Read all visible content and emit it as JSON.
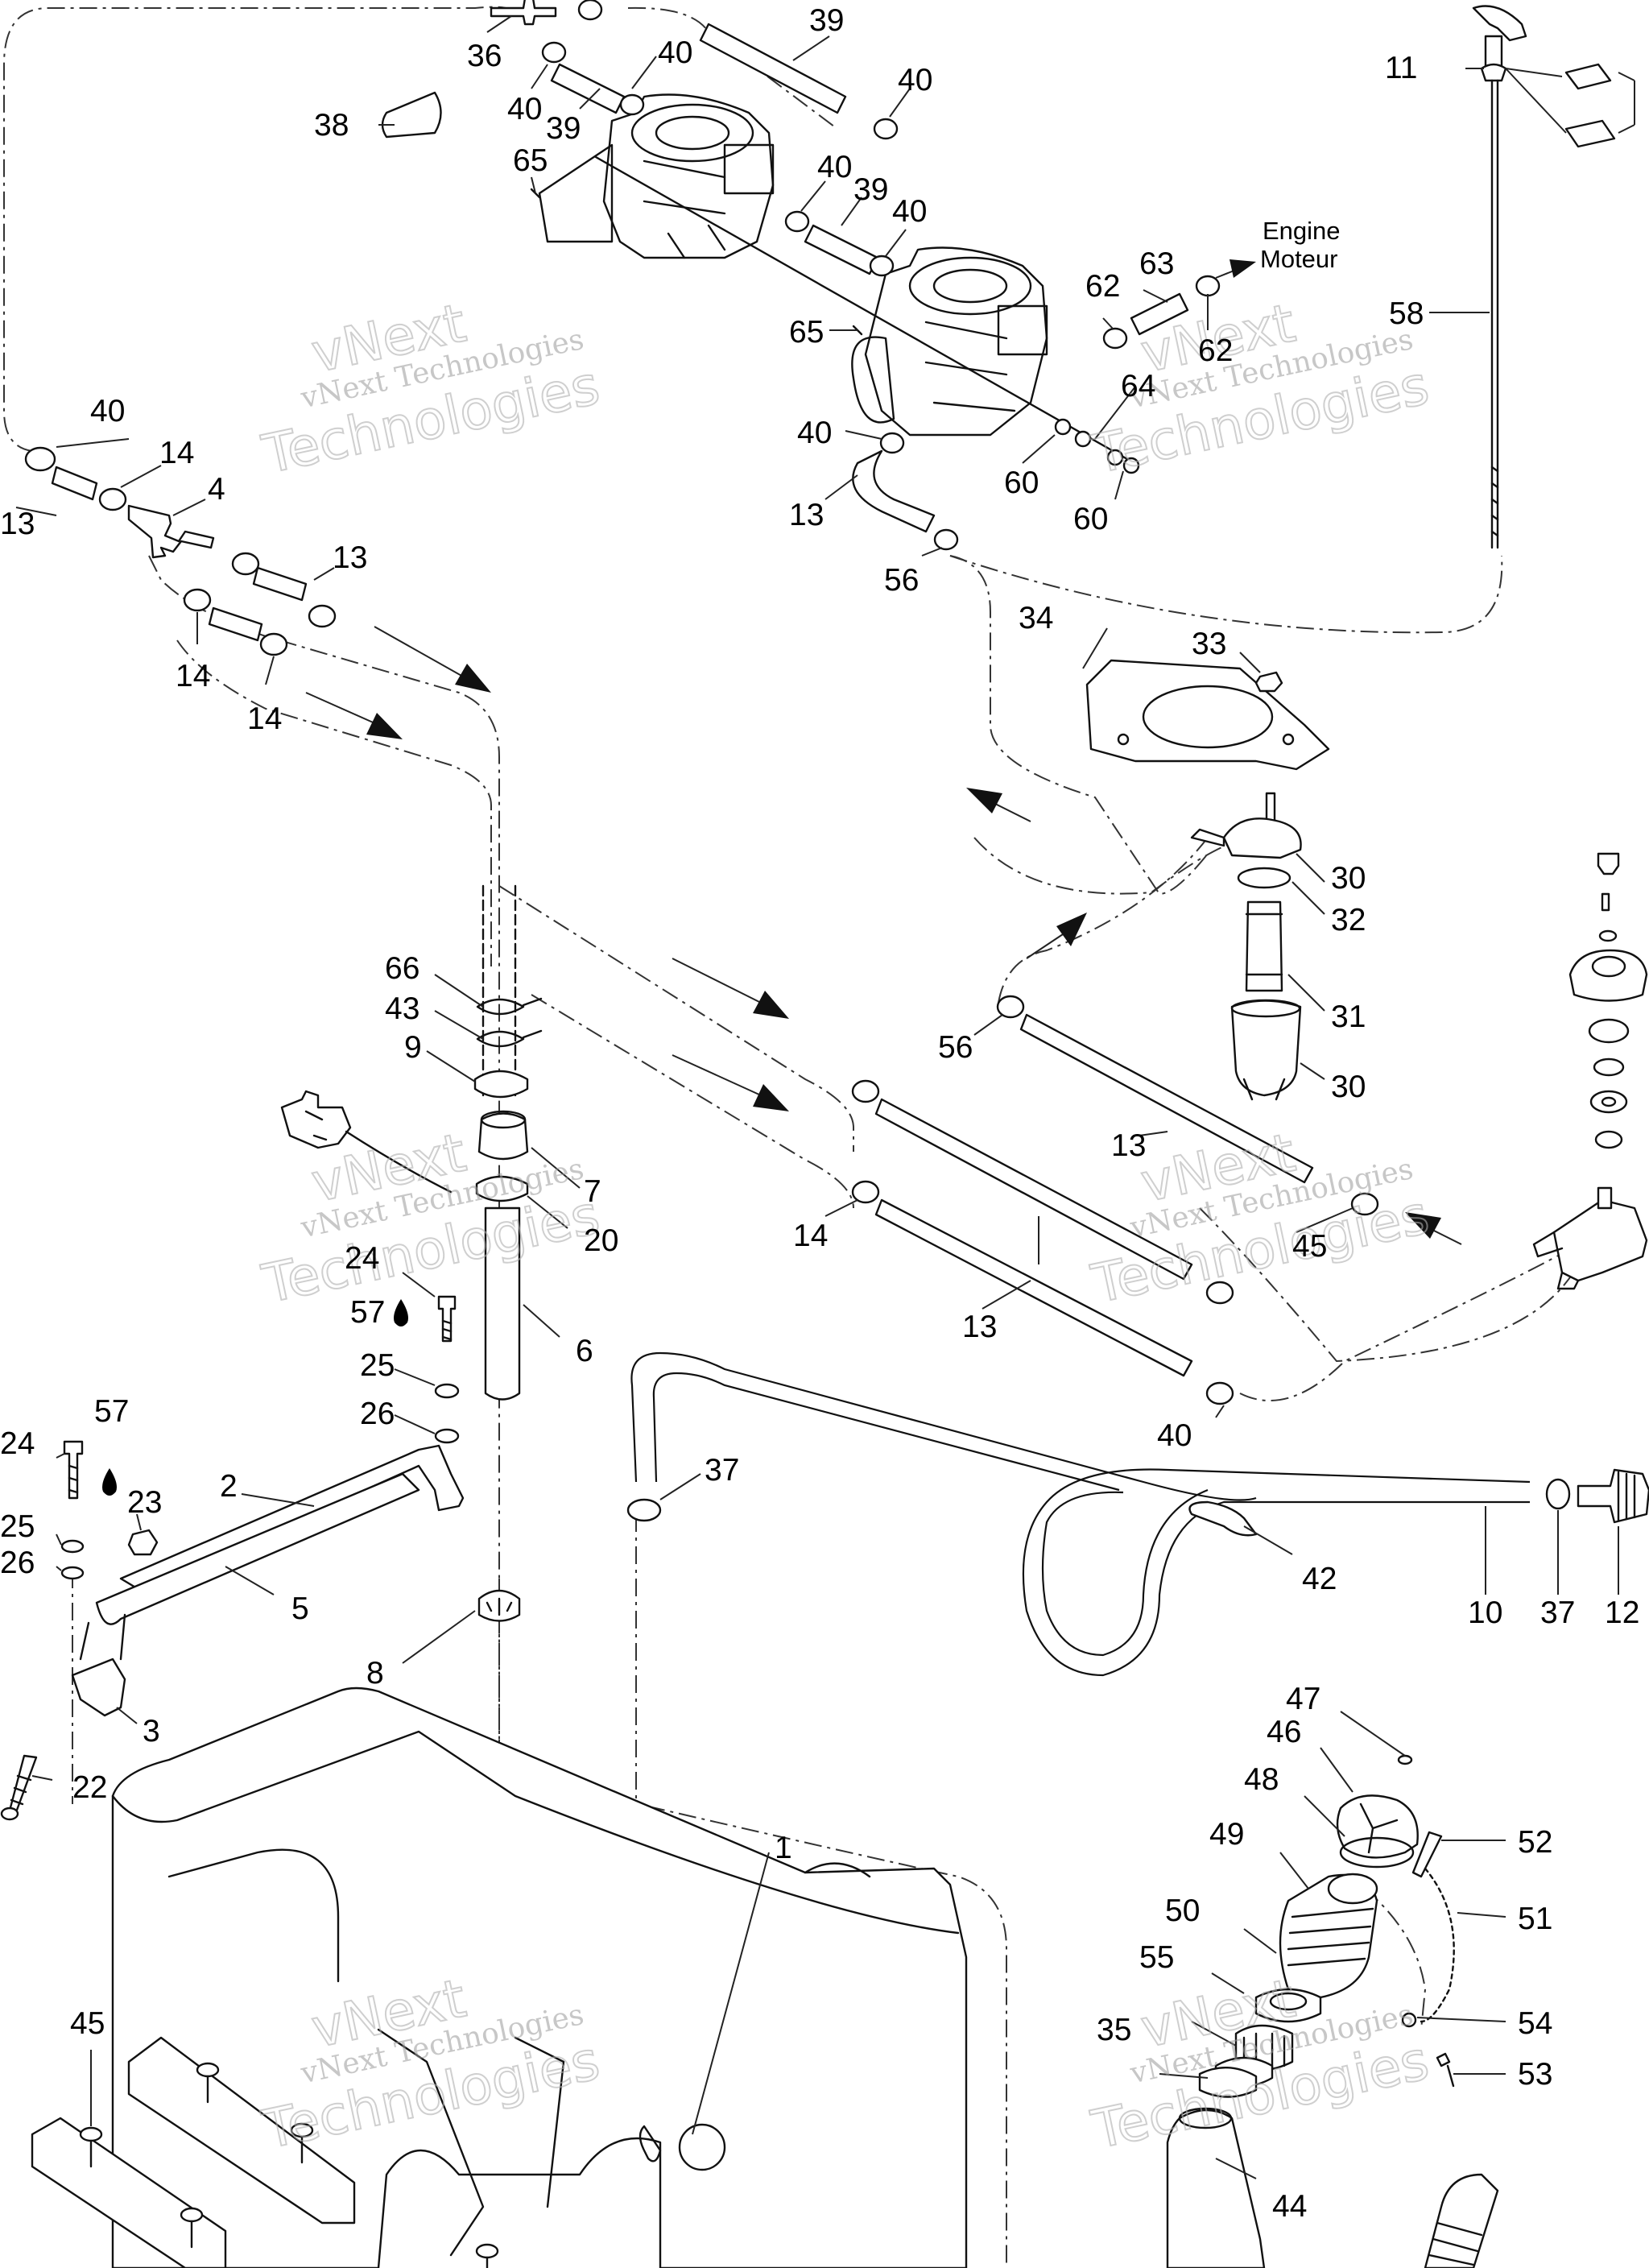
{
  "watermark": {
    "line1": "vNext",
    "line2": "vNext Technologies",
    "line3": "Technologies"
  },
  "engine_label": {
    "en": "Engine",
    "fr": "Moteur"
  },
  "callouts": [
    {
      "id": "c39a",
      "text": "39"
    },
    {
      "id": "c36",
      "text": "36"
    },
    {
      "id": "c40a",
      "text": "40"
    },
    {
      "id": "c40b",
      "text": "40"
    },
    {
      "id": "c39b",
      "text": "39"
    },
    {
      "id": "c40c",
      "text": "40"
    },
    {
      "id": "c38",
      "text": "38"
    },
    {
      "id": "c65a",
      "text": "65"
    },
    {
      "id": "c40d",
      "text": "40"
    },
    {
      "id": "c39c",
      "text": "39"
    },
    {
      "id": "c40e",
      "text": "40"
    },
    {
      "id": "c11",
      "text": "11"
    },
    {
      "id": "c63",
      "text": "63"
    },
    {
      "id": "c62a",
      "text": "62"
    },
    {
      "id": "c62b",
      "text": "62"
    },
    {
      "id": "c58",
      "text": "58"
    },
    {
      "id": "c65b",
      "text": "65"
    },
    {
      "id": "c64",
      "text": "64"
    },
    {
      "id": "c40f",
      "text": "40"
    },
    {
      "id": "c60a",
      "text": "60"
    },
    {
      "id": "c60b",
      "text": "60"
    },
    {
      "id": "c13a",
      "text": "13"
    },
    {
      "id": "c56a",
      "text": "56"
    },
    {
      "id": "c40g",
      "text": "40"
    },
    {
      "id": "c14a",
      "text": "14"
    },
    {
      "id": "c4",
      "text": "4"
    },
    {
      "id": "c13b",
      "text": "13"
    },
    {
      "id": "c13c",
      "text": "13"
    },
    {
      "id": "c14b",
      "text": "14"
    },
    {
      "id": "c14c",
      "text": "14"
    },
    {
      "id": "c34",
      "text": "34"
    },
    {
      "id": "c33",
      "text": "33"
    },
    {
      "id": "c30a",
      "text": "30"
    },
    {
      "id": "c32",
      "text": "32"
    },
    {
      "id": "c31",
      "text": "31"
    },
    {
      "id": "c30b",
      "text": "30"
    },
    {
      "id": "c66",
      "text": "66"
    },
    {
      "id": "c43",
      "text": "43"
    },
    {
      "id": "c9",
      "text": "9"
    },
    {
      "id": "c56b",
      "text": "56"
    },
    {
      "id": "c13d",
      "text": "13"
    },
    {
      "id": "c7",
      "text": "7"
    },
    {
      "id": "c20",
      "text": "20"
    },
    {
      "id": "c14d",
      "text": "14"
    },
    {
      "id": "c45a",
      "text": "45"
    },
    {
      "id": "c24a",
      "text": "24"
    },
    {
      "id": "c57a",
      "text": "57"
    },
    {
      "id": "c6",
      "text": "6"
    },
    {
      "id": "c13e",
      "text": "13"
    },
    {
      "id": "c25a",
      "text": "25"
    },
    {
      "id": "c26a",
      "text": "26"
    },
    {
      "id": "c40h",
      "text": "40"
    },
    {
      "id": "c57b",
      "text": "57"
    },
    {
      "id": "c24b",
      "text": "24"
    },
    {
      "id": "c23",
      "text": "23"
    },
    {
      "id": "c2",
      "text": "2"
    },
    {
      "id": "c37a",
      "text": "37"
    },
    {
      "id": "c25b",
      "text": "25"
    },
    {
      "id": "c26b",
      "text": "26"
    },
    {
      "id": "c5",
      "text": "5"
    },
    {
      "id": "c42",
      "text": "42"
    },
    {
      "id": "c10",
      "text": "10"
    },
    {
      "id": "c37b",
      "text": "37"
    },
    {
      "id": "c12",
      "text": "12"
    },
    {
      "id": "c8",
      "text": "8"
    },
    {
      "id": "c3",
      "text": "3"
    },
    {
      "id": "c47",
      "text": "47"
    },
    {
      "id": "c46",
      "text": "46"
    },
    {
      "id": "c22",
      "text": "22"
    },
    {
      "id": "c48",
      "text": "48"
    },
    {
      "id": "c1",
      "text": "1"
    },
    {
      "id": "c49",
      "text": "49"
    },
    {
      "id": "c52",
      "text": "52"
    },
    {
      "id": "c50",
      "text": "50"
    },
    {
      "id": "c51",
      "text": "51"
    },
    {
      "id": "c55",
      "text": "55"
    },
    {
      "id": "c45b",
      "text": "45"
    },
    {
      "id": "c35",
      "text": "35"
    },
    {
      "id": "c54",
      "text": "54"
    },
    {
      "id": "c53",
      "text": "53"
    },
    {
      "id": "c44",
      "text": "44"
    }
  ]
}
